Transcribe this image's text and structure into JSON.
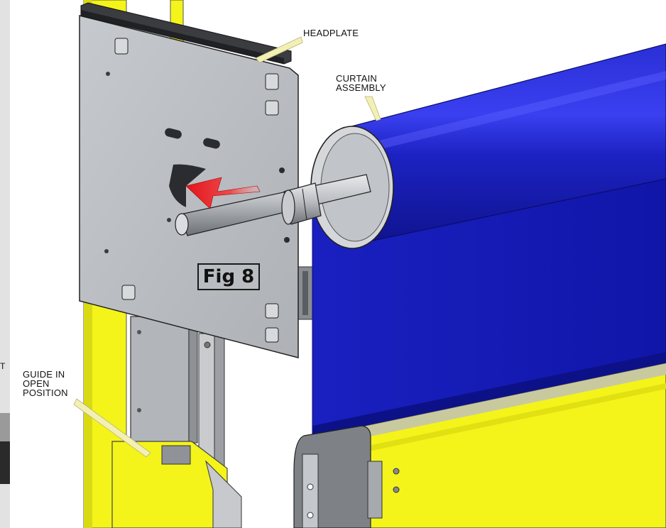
{
  "labels": {
    "headplate": "HEADPLATE",
    "curtain_assembly": "CURTAIN\nASSEMBLY",
    "guide_open": "GUIDE IN\nOPEN\nPOSITION",
    "edge_fragment": "T"
  },
  "figure": {
    "label": "Fig 8"
  },
  "colors": {
    "curtain_blue": "#1e24c8",
    "guide_yellow": "#f4f41a",
    "steel": "#b8bbbf",
    "arrow_red": "#e4141a",
    "callout_fill": "#f3f0b4"
  }
}
